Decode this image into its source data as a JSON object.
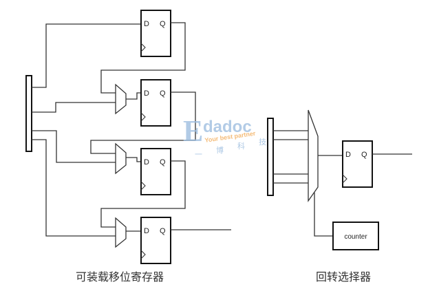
{
  "diagram": {
    "loadable_shift_register": {
      "caption": "可装载移位寄存器",
      "flip_flops": [
        {
          "d_label": "D",
          "q_label": "Q",
          "has_input_mux": false
        },
        {
          "d_label": "D",
          "q_label": "Q",
          "has_input_mux": true
        },
        {
          "d_label": "D",
          "q_label": "Q",
          "has_input_mux": true
        },
        {
          "d_label": "D",
          "q_label": "Q",
          "has_input_mux": true
        }
      ],
      "parallel_load_bus": "bus"
    },
    "rotating_selector": {
      "caption": "回转选择器",
      "flip_flop": {
        "d_label": "D",
        "q_label": "Q"
      },
      "mux_inputs": 4,
      "counter_label": "counter"
    }
  },
  "watermark": {
    "brand": "Edadoc",
    "tagline": "Your best partner",
    "chinese": [
      "一",
      "博",
      "科",
      "技"
    ],
    "brand_color": "#9fbfe0",
    "tagline_color": "#f3b46a"
  }
}
